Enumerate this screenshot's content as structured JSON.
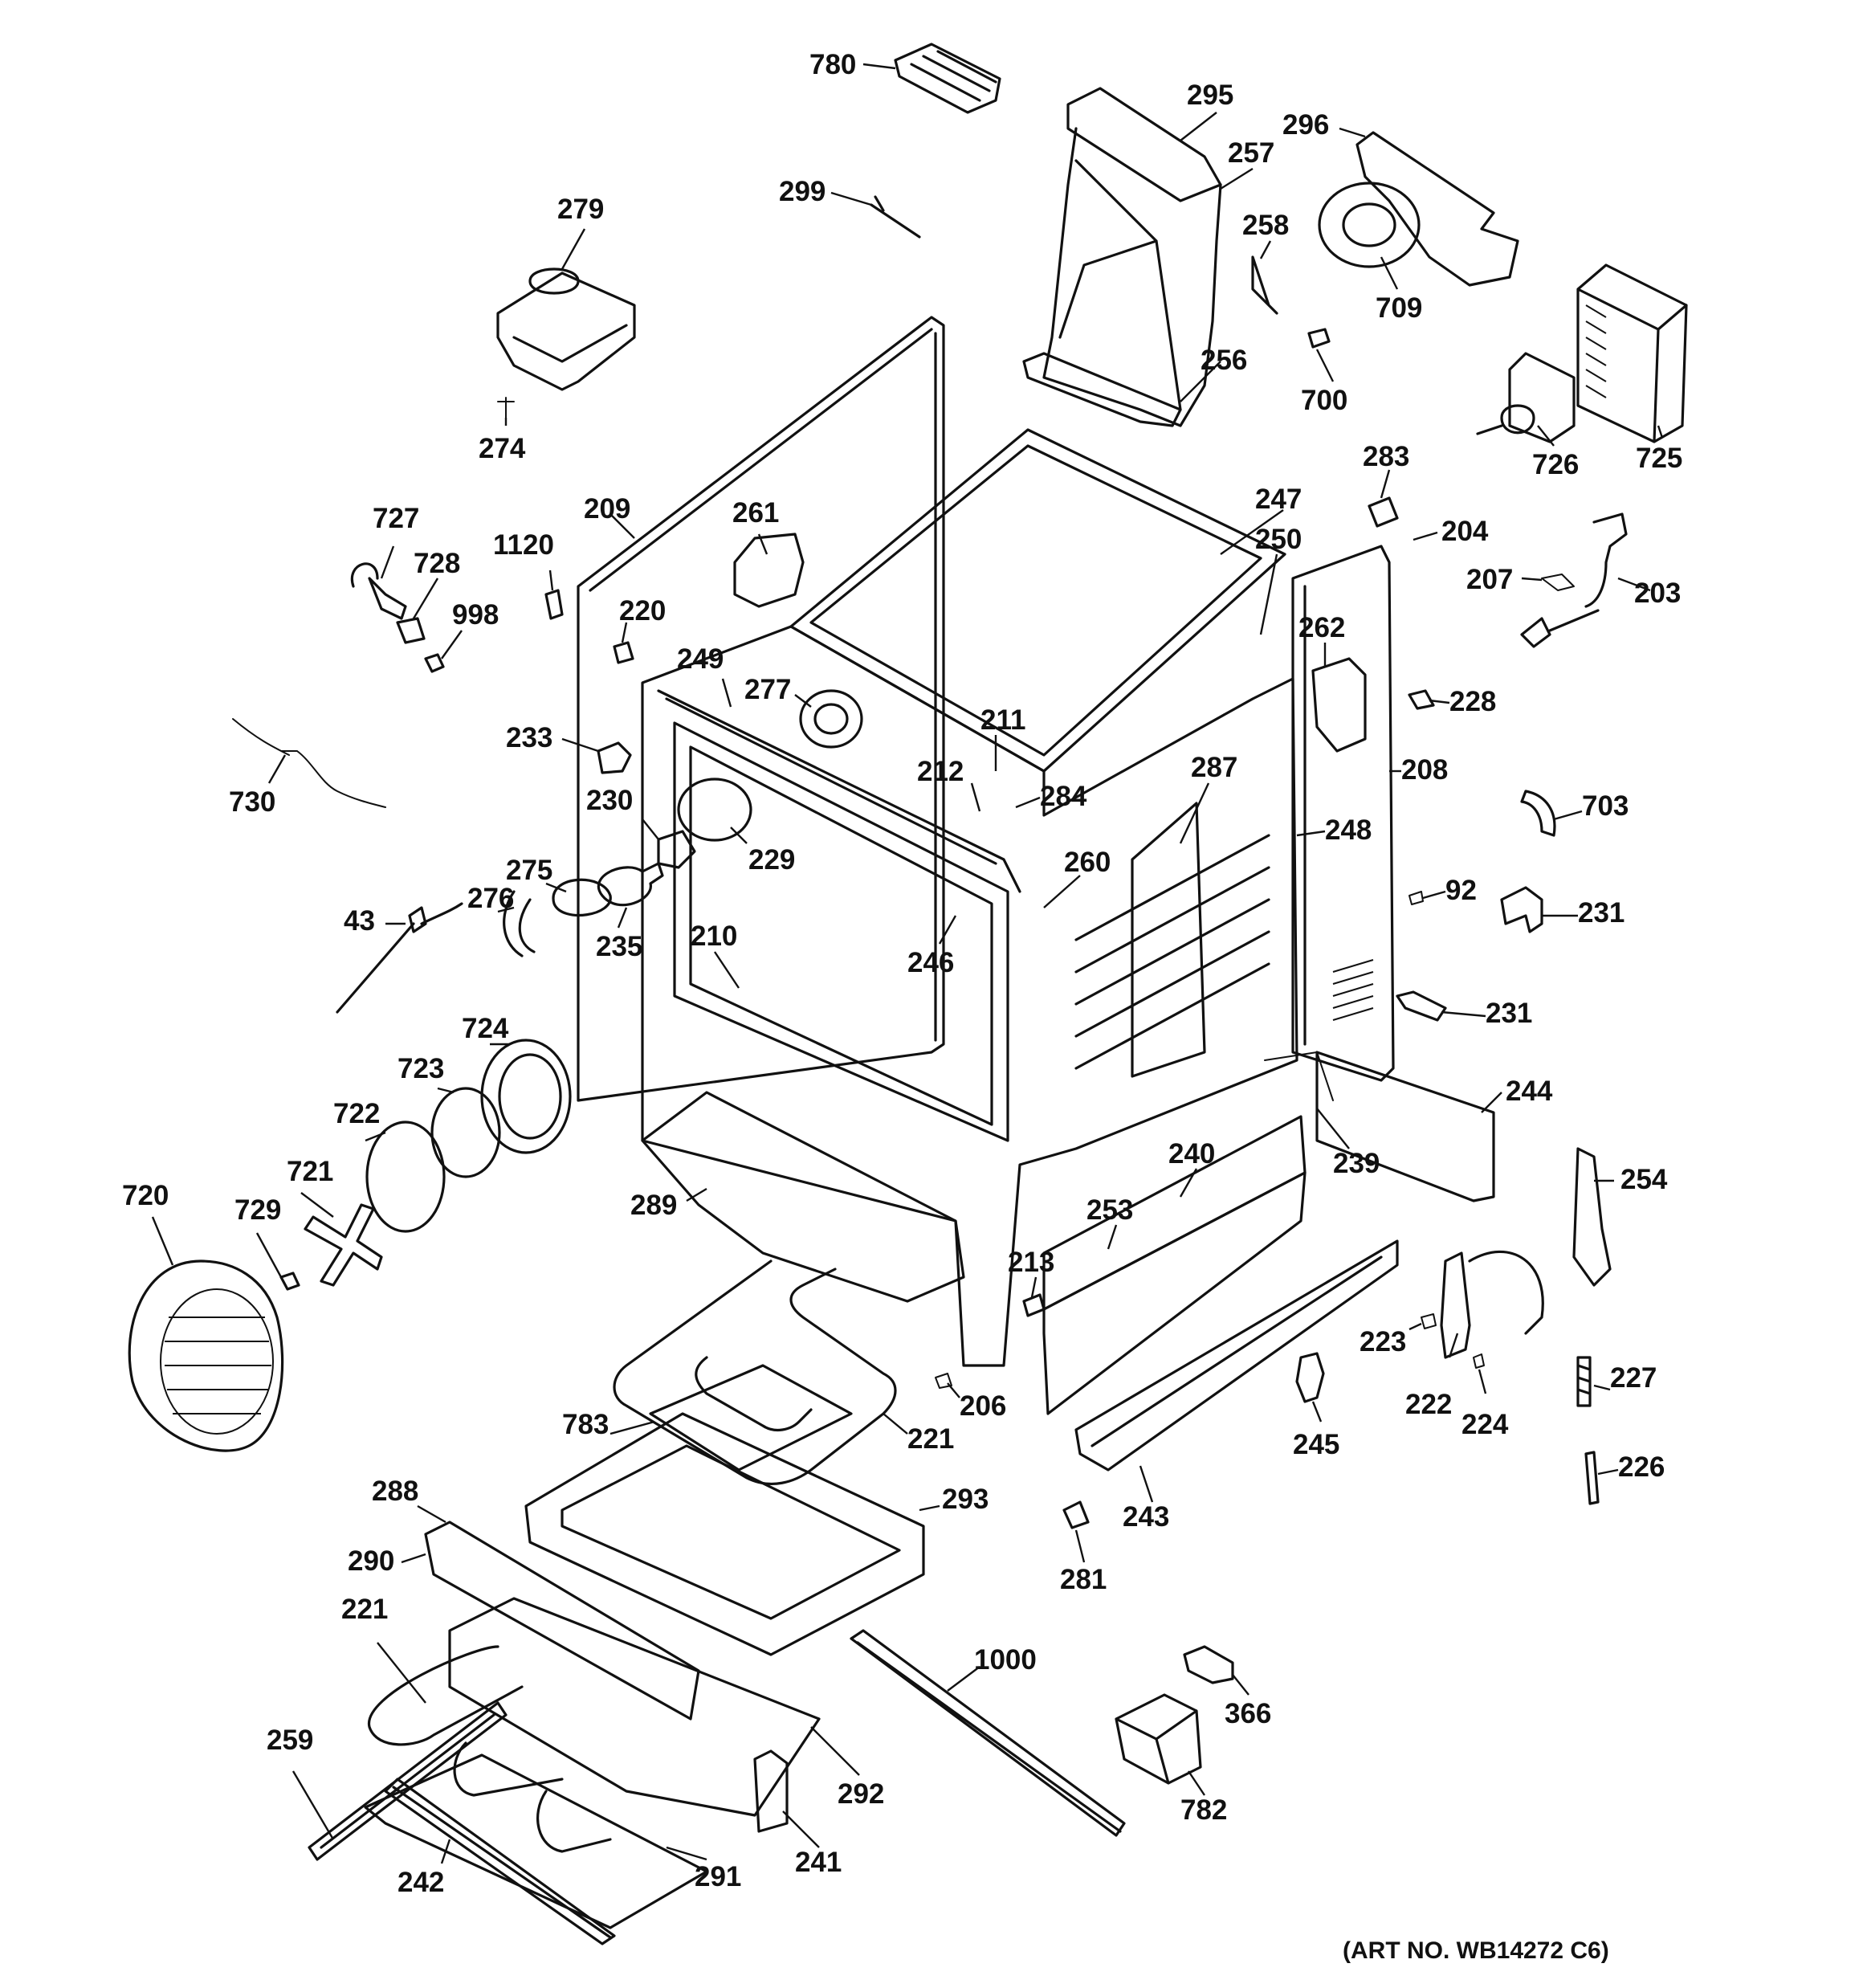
{
  "art_number": "(ART NO. WB14272 C6)",
  "callouts": [
    "780",
    "295",
    "296",
    "257",
    "299",
    "279",
    "258",
    "709",
    "700",
    "256",
    "274",
    "725",
    "726",
    "283",
    "204",
    "203",
    "207",
    "247",
    "250",
    "262",
    "261",
    "209",
    "1120",
    "727",
    "728",
    "998",
    "220",
    "249",
    "277",
    "211",
    "233",
    "212",
    "284",
    "228",
    "208",
    "230",
    "229",
    "287",
    "248",
    "703",
    "730",
    "275",
    "260",
    "276",
    "43",
    "92",
    "231",
    "231",
    "235",
    "210",
    "246",
    "724",
    "723",
    "722",
    "244",
    "239",
    "720",
    "729",
    "721",
    "240",
    "289",
    "253",
    "254",
    "213",
    "223",
    "222",
    "227",
    "224",
    "206",
    "221",
    "245",
    "783",
    "226",
    "293",
    "243",
    "288",
    "290",
    "281",
    "221",
    "1000",
    "366",
    "259",
    "292",
    "782",
    "241",
    "242",
    "291"
  ]
}
